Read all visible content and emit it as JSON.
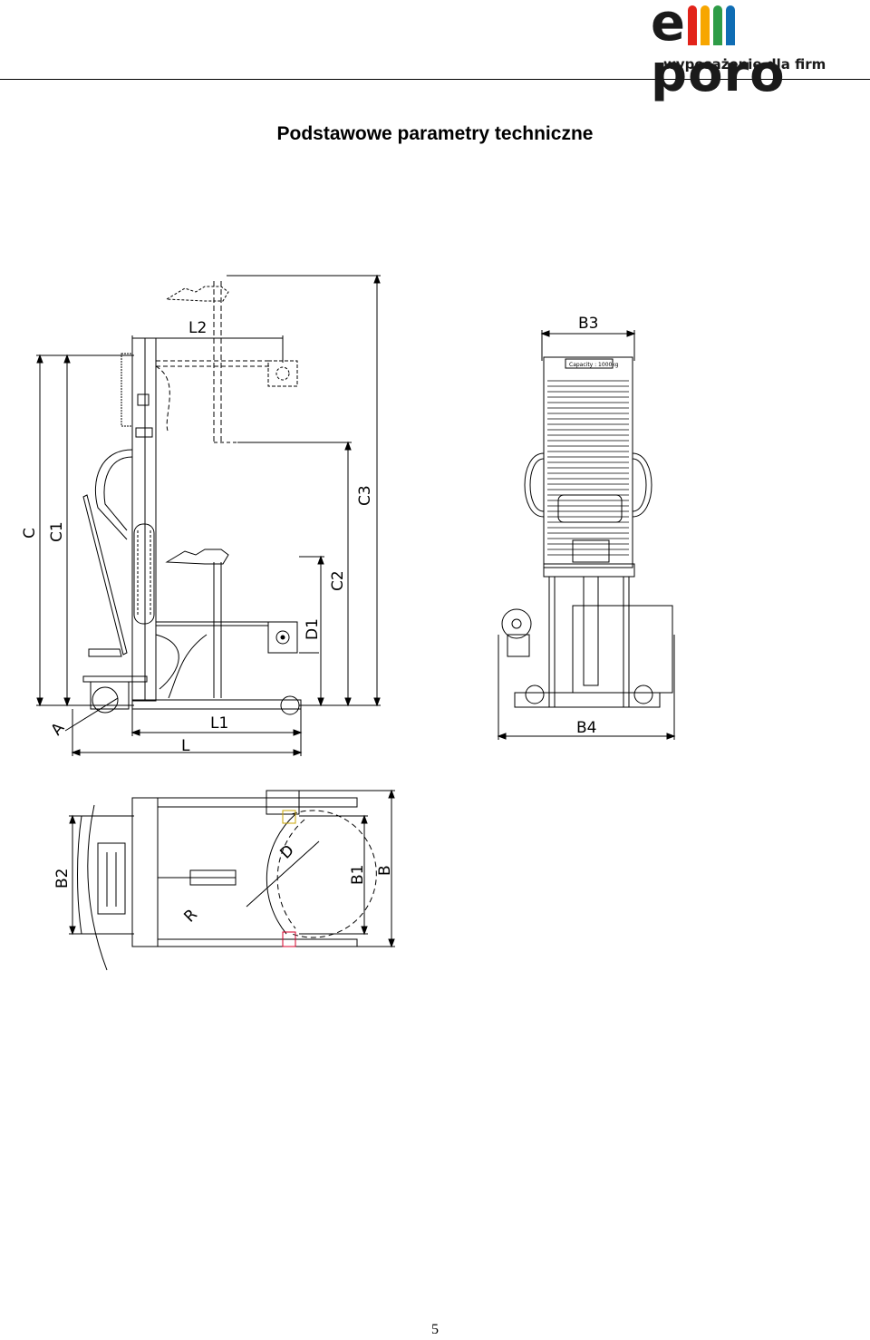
{
  "header": {
    "logo_text": "emporo",
    "logo_tagline": "wyposażenie dla firm",
    "logo_colors": [
      "#e2231a",
      "#f7a600",
      "#2e9c47",
      "#0f6db4"
    ]
  },
  "title": "Podstawowe parametry techniczne",
  "drawing": {
    "side_view_labels": {
      "L2": "L2",
      "C": "C",
      "C1": "C1",
      "C2": "C2",
      "C3": "C3",
      "D1": "D1",
      "A": "A",
      "L1": "L1",
      "L": "L"
    },
    "front_view_labels": {
      "B3": "B3",
      "B4": "B4",
      "capacity_plate": "Capacity : 1000kg"
    },
    "top_view_labels": {
      "B2": "B2",
      "B1": "B1",
      "B": "B",
      "D": "D",
      "R": "R"
    }
  },
  "page_number": "5"
}
